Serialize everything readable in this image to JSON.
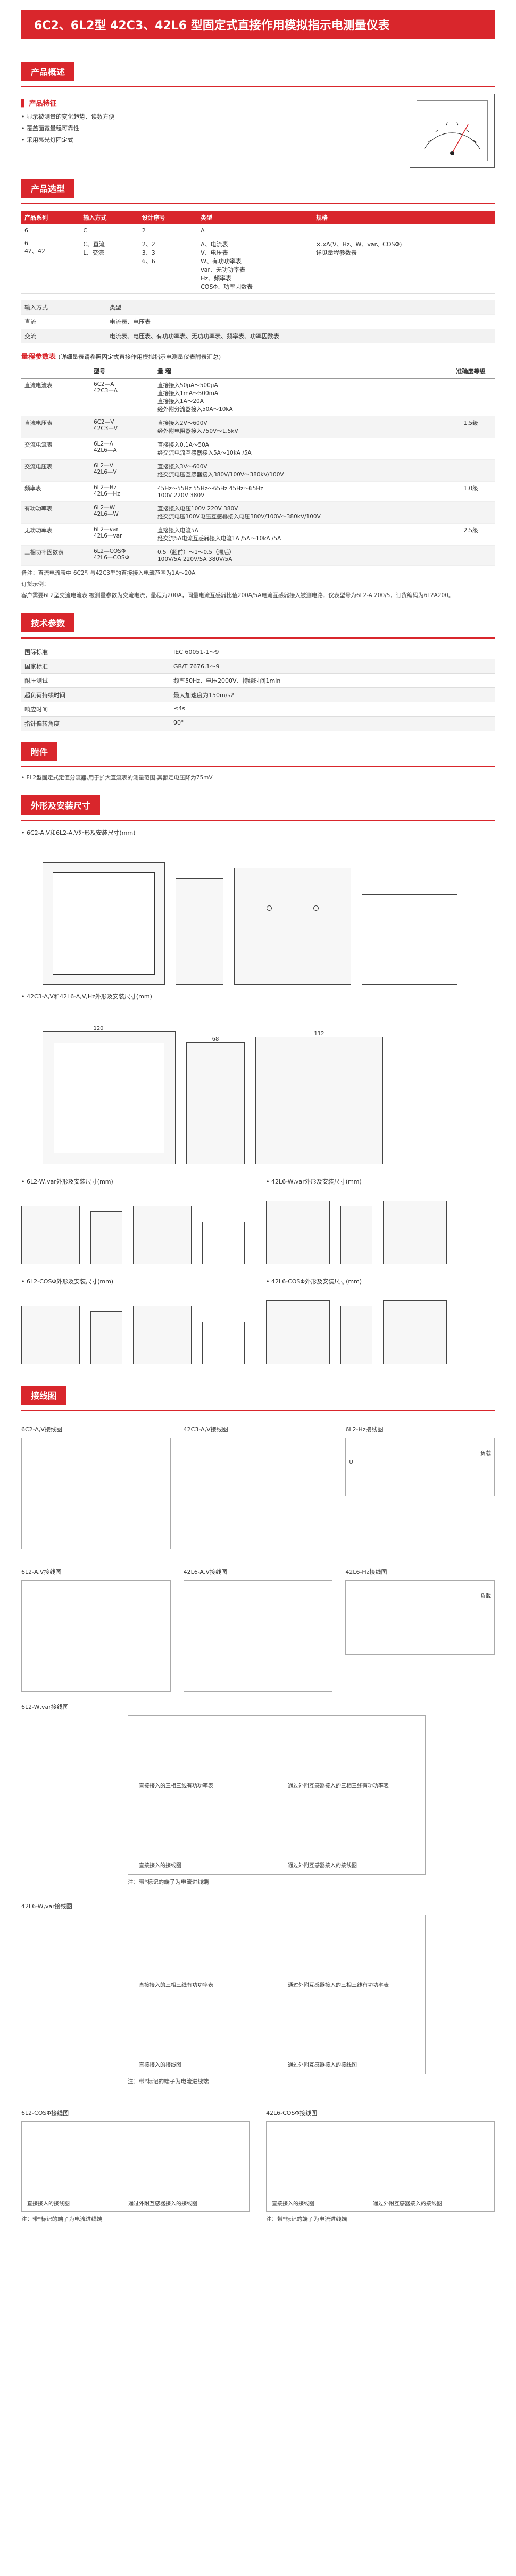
{
  "header": {
    "title": "6C2、6L2型 42C3、42L6 型固定式直接作用模拟指示电测量仪表"
  },
  "overview": {
    "section": "产品概述",
    "features_title": "产品特征",
    "features": [
      "显示被测量的变化趋势、读数方便",
      "覆盖面宽量程可靠性",
      "采用亮光灯固定式"
    ]
  },
  "selection": {
    "section": "产品选型",
    "model_headers": [
      "产品系列",
      "输入方式",
      "设计序号",
      "类型",
      "规格"
    ],
    "model_codes": [
      "6",
      "C",
      "2",
      "A",
      ""
    ],
    "model_rows": [
      {
        "series": "6\n42、42",
        "input": "C、直流\nL、交流",
        "design": "2、2\n3、3\n6、6",
        "type": "A、电流表\nV、电压表\nW、有功功率表\nvar、无功功率表\nHz、频率表\nCOSΦ、功率因数表",
        "spec": "×.xA(V、Hz、W、var、COSΦ)\n详见量程参数表"
      }
    ],
    "type_headers": [
      "输入方式",
      "类型"
    ],
    "type_rows": [
      [
        "直流",
        "电流表、电压表"
      ],
      [
        "交流",
        "电流表、电压表、有功功率表、无功功率表、频率表、功率因数表"
      ]
    ]
  },
  "range": {
    "title": "量程参数表",
    "title_note": "(详细量表请参照固定式直接作用模拟指示电测量仪表附表汇总)",
    "headers": [
      "",
      "型号",
      "量  程",
      "准确度等级"
    ],
    "rows": [
      [
        "直流电流表",
        "6C2—A\n42C3—A",
        "直接接入50μA～500μA\n直接接入1mA～500mA\n直接接入1A～20A\n经外附分流器接入50A～10kA",
        ""
      ],
      [
        "直流电压表",
        "6C2—V\n42C3—V",
        "直接接入2V～600V\n经外附电阻器接入750V～1.5kV",
        "1.5级"
      ],
      [
        "交流电流表",
        "6L2—A\n42L6—A",
        "直接接入0.1A～50A\n经交流电流互感器接入5A～10kA /5A",
        ""
      ],
      [
        "交流电压表",
        "6L2—V\n42L6—V",
        "直接接入3V～600V\n经交流电压互感器接入380V/100V～380kV/100V",
        ""
      ],
      [
        "频率表",
        "6L2—Hz\n42L6—Hz",
        "45Hz～55Hz  55Hz～65Hz  45Hz～65Hz\n100V  220V  380V",
        "1.0级"
      ],
      [
        "有功功率表",
        "6L2—W\n42L6—W",
        "直接接入电压100V  220V  380V\n经交流电压100V电压互感器接入电压380V/100V～380kV/100V",
        ""
      ],
      [
        "无功功率表",
        "6L2—var\n42L6—var",
        "直接接入电流5A\n经交流5A电流互感器接入电流1A /5A～10kA /5A",
        "2.5级"
      ],
      [
        "三相功率因数表",
        "6L2—COSΦ\n42L6—COSΦ",
        "0.5（超前）～1～0.5（滞后）\n100V/5A  220V/5A  380V/5A",
        ""
      ]
    ],
    "footnote": "备注：直流电流表中  6C2型与42C3型的直接接入电流范围为1A～20A",
    "order_title": "订货示例：",
    "order_text": "客户需要6L2型交流电流表  被测量参数为交流电流，量程为200A，同量电流互感器比值200A/5A电流互感器接入被测电路，仪表型号为6L2-A 200/5，订货编码为6L2A200。"
  },
  "tech": {
    "section": "技术参数",
    "rows": [
      [
        "国际标准",
        "IEC 60051-1～9"
      ],
      [
        "国家标准",
        "GB/T 7676.1～9"
      ],
      [
        "耐压测试",
        "频率50Hz、电压2000V、持续时间1min"
      ],
      [
        "超负荷持续时间",
        "最大加速度为150m/s2"
      ],
      [
        "响应时间",
        "≤4s"
      ],
      [
        "指针偏转角度",
        "90°"
      ]
    ]
  },
  "accessory": {
    "section": "附件",
    "text": "FL2型固定式定值分流器,用于扩大直流表的测量范围,其额定电压降为75mV"
  },
  "dims": {
    "section": "外形及安装尺寸",
    "caption1": "6C2-A,V和6L2-A,V外形及安装尺寸(mm)",
    "caption2": "42C3-A,V和42L6-A,V,Hz外形及安装尺寸(mm)",
    "caption3": "6L2-W,var外形及安装尺寸(mm)",
    "caption4": "42L6-W,var外形及安装尺寸(mm)",
    "caption5": "6L2-COSΦ外形及安装尺寸(mm)",
    "caption6": "42L6-COSΦ外形及安装尺寸(mm)",
    "d120": "120",
    "d68": "68",
    "d112": "112"
  },
  "wiring": {
    "section": "接线图",
    "c1": "6C2-A,V接线图",
    "c2": "42C3-A,V接线图",
    "c3": "6L2-Hz接线图",
    "c4": "6L2-A,V接线图",
    "c5": "42L6-A,V接线图",
    "c6": "42L6-Hz接线图",
    "c7": "6L2-W,var接线图",
    "c8": "42L6-W,var接线图",
    "c9": "6L2-COSΦ接线图",
    "c10": "42L6-COSΦ接线图",
    "label_direct": "直接接入的接线图",
    "label_ct": "通过外附互感器接入的接线图",
    "label_three": "直接接入的三相三线有功功率表",
    "label_three_ct": "通过外附互感器接入的三相三线有功功率表",
    "note": "注：带*标记的端子为电流进线端",
    "load": "负载",
    "u_label": "U"
  }
}
